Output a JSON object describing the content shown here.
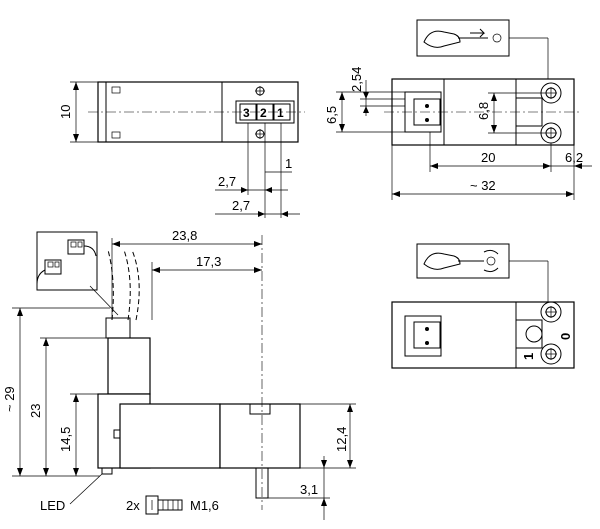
{
  "dimensions": {
    "top_height": "10",
    "pin_spacing_1": "1",
    "pin_spacing_a": "2,7",
    "pin_spacing_b": "2,7",
    "right_pitch": "2,54",
    "right_height": "6,5",
    "right_inner": "6,8",
    "right_width": "20",
    "right_offset": "6,2",
    "right_total": "~ 32",
    "side_width": "23,8",
    "side_inner": "17,3",
    "side_total_height": "~ 29",
    "side_height_23": "23",
    "side_height_14_5": "14,5",
    "side_height_12_4": "12,4",
    "side_stub": "3,1"
  },
  "pins": [
    "3",
    "2",
    "1"
  ],
  "labels": {
    "led": "LED",
    "screw_qty": "2x",
    "screw_size": "M1,6",
    "pos_0": "0",
    "pos_1": "1"
  },
  "icons": [
    "hand-screwdriver-push-icon",
    "hand-screwdriver-rotate-icon",
    "connector-plugs-icon",
    "screw-icon"
  ]
}
